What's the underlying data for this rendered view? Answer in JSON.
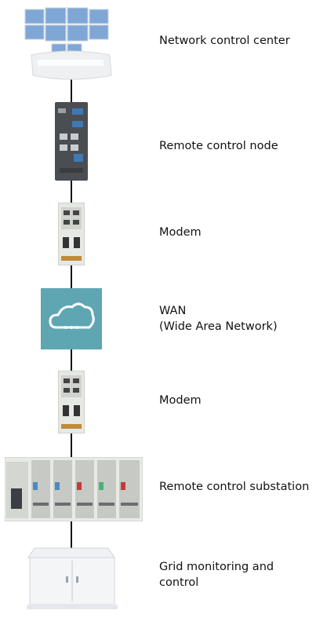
{
  "nodes": [
    {
      "id": "control-center",
      "label": "Network control center",
      "icon": "control-center-icon"
    },
    {
      "id": "remote-node",
      "label": "Remote control node",
      "icon": "rack-device-icon"
    },
    {
      "id": "modem-1",
      "label": "Modem",
      "icon": "modem-icon"
    },
    {
      "id": "wan",
      "label": "WAN\n(Wide Area Network)",
      "icon": "cloud-network-icon"
    },
    {
      "id": "modem-2",
      "label": "Modem",
      "icon": "modem-icon"
    },
    {
      "id": "substation",
      "label": "Remote control substation",
      "icon": "io-modules-icon"
    },
    {
      "id": "grid",
      "label": "Grid monitoring and\ncontrol",
      "icon": "cabinet-icon"
    }
  ],
  "colors": {
    "wan_tile": "#5fa6b3",
    "line": "#111111",
    "device_dark": "#4a4d52",
    "device_light": "#e6e8e4"
  }
}
